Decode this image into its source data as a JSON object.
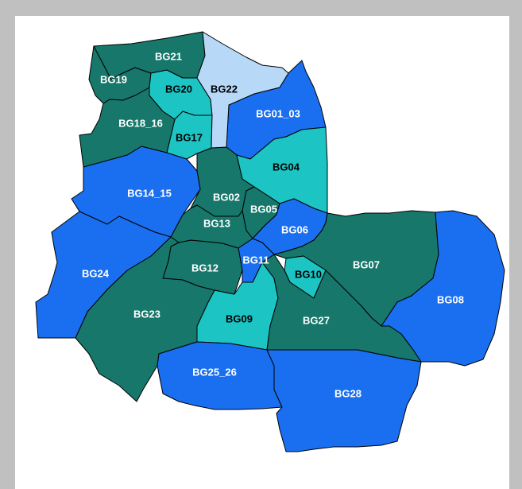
{
  "colors": {
    "teal_dark": "#16776a",
    "blue": "#1a6ff0",
    "cyan": "#1cc4c4",
    "light_blue": "#b8d8f8",
    "label_light": "#ffffff",
    "label_dark": "#000000"
  },
  "districts": [
    {
      "id": "BG01_03",
      "fill": "blue",
      "text": "light"
    },
    {
      "id": "BG02",
      "fill": "teal_dark",
      "text": "light"
    },
    {
      "id": "BG04",
      "fill": "cyan",
      "text": "dark"
    },
    {
      "id": "BG05",
      "fill": "teal_dark",
      "text": "light"
    },
    {
      "id": "BG06",
      "fill": "blue",
      "text": "light"
    },
    {
      "id": "BG07",
      "fill": "teal_dark",
      "text": "light"
    },
    {
      "id": "BG08",
      "fill": "blue",
      "text": "light"
    },
    {
      "id": "BG09",
      "fill": "cyan",
      "text": "dark"
    },
    {
      "id": "BG10",
      "fill": "cyan",
      "text": "dark"
    },
    {
      "id": "BG11",
      "fill": "blue",
      "text": "light"
    },
    {
      "id": "BG12",
      "fill": "teal_dark",
      "text": "light"
    },
    {
      "id": "BG13",
      "fill": "teal_dark",
      "text": "light"
    },
    {
      "id": "BG14_15",
      "fill": "blue",
      "text": "light"
    },
    {
      "id": "BG17",
      "fill": "cyan",
      "text": "dark"
    },
    {
      "id": "BG18_16",
      "fill": "teal_dark",
      "text": "light"
    },
    {
      "id": "BG19",
      "fill": "teal_dark",
      "text": "light"
    },
    {
      "id": "BG20",
      "fill": "cyan",
      "text": "dark"
    },
    {
      "id": "BG21",
      "fill": "teal_dark",
      "text": "light"
    },
    {
      "id": "BG22",
      "fill": "light_blue",
      "text": "dark"
    },
    {
      "id": "BG23",
      "fill": "teal_dark",
      "text": "light"
    },
    {
      "id": "BG24",
      "fill": "blue",
      "text": "light"
    },
    {
      "id": "BG25_26",
      "fill": "blue",
      "text": "light"
    },
    {
      "id": "BG27",
      "fill": "teal_dark",
      "text": "light"
    },
    {
      "id": "BG28",
      "fill": "blue",
      "text": "light"
    }
  ]
}
